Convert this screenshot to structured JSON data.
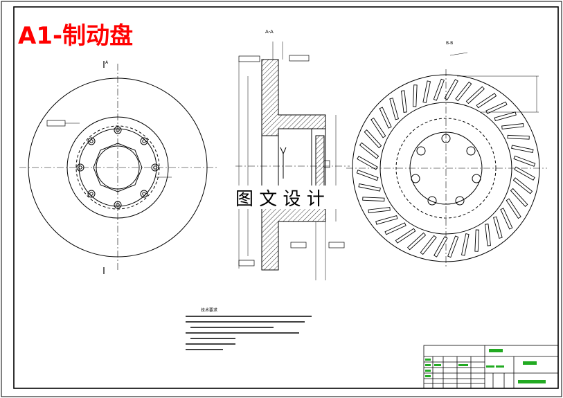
{
  "drawing": {
    "title": "A1-制动盘",
    "watermark": "图 文 设 计",
    "section_label_aa": "A-A",
    "section_label_bb": "B-B",
    "section_marker_a": "A",
    "tech_requirements_heading": "技术要求",
    "tech_requirements_note": "（说明文字过小，仅以示意线表示）",
    "title_block_note": "（标题栏文字过小，仅以示意色块表示）",
    "colors": {
      "title": "#ff0000",
      "line": "#000000",
      "hatch": "#000000",
      "title_block_fill": "#22aa22",
      "watermark_bg": "#ffffff"
    }
  }
}
